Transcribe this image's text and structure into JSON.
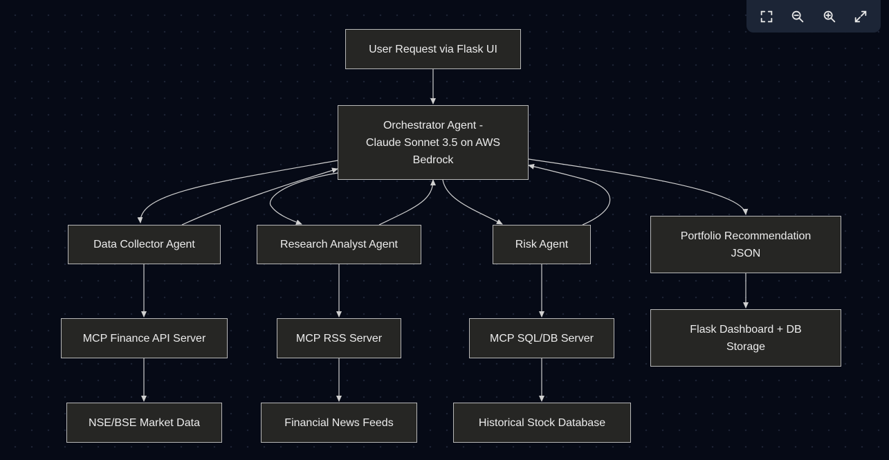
{
  "diagram": {
    "nodes": {
      "user_request": "User Request via Flask UI",
      "orchestrator": "Orchestrator Agent -\nClaude Sonnet 3.5 on AWS\nBedrock",
      "data_collector": "Data Collector Agent",
      "research_analyst": "Research Analyst Agent",
      "risk_agent": "Risk Agent",
      "portfolio": "Portfolio Recommendation\nJSON",
      "mcp_finance": "MCP Finance API Server",
      "mcp_rss": "MCP RSS Server",
      "mcp_sql": "MCP SQL/DB Server",
      "flask_dashboard": "Flask Dashboard + DB\nStorage",
      "nse_bse": "NSE/BSE Market Data",
      "news_feeds": "Financial News Feeds",
      "historical_db": "Historical Stock Database"
    }
  },
  "toolbar": {
    "icons": [
      "fit-screen-icon",
      "zoom-out-icon",
      "zoom-in-icon",
      "expand-icon"
    ]
  },
  "colors": {
    "background": "#060a16",
    "node_fill": "#262624",
    "node_border": "#b9b9b9",
    "edge": "#d0d0d0",
    "toolbar": "#1c2536"
  }
}
